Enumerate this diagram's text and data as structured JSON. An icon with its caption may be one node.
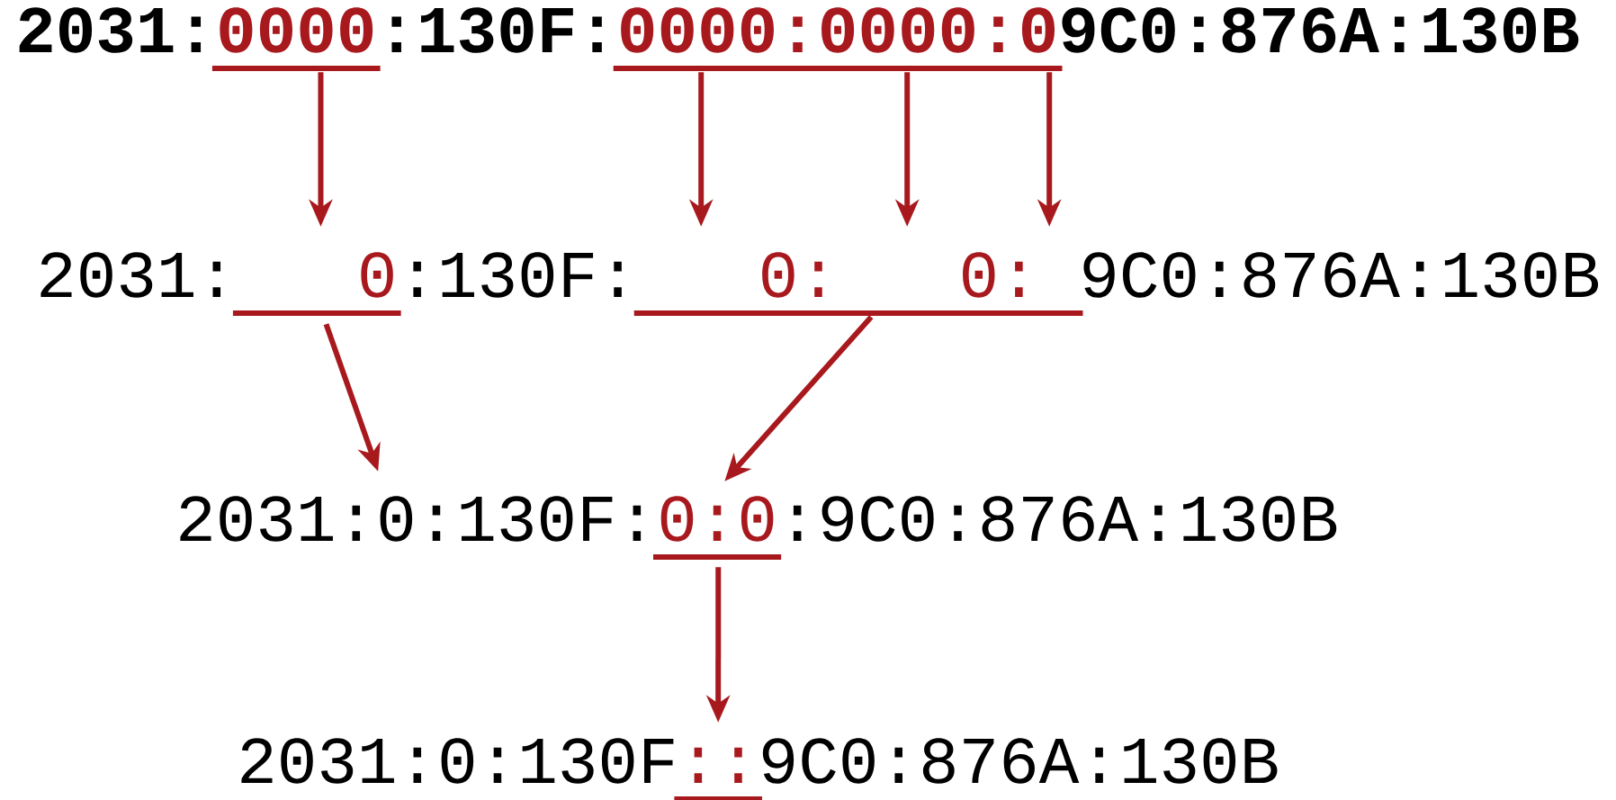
{
  "diagram": {
    "nodes": [
      {
        "text": [
          "0000"
        ]
      },
      {
        "text": [
          "0000:0000:0"
        ]
      },
      {
        "text": [
          "0"
        ]
      },
      {
        "text": [
          "0:",
          "0:"
        ]
      },
      {
        "text": [
          "0"
        ]
      },
      {
        "text": [
          "0:0"
        ]
      },
      {
        "text": [
          "::"
        ]
      }
    ],
    "edges": [
      {
        "from": 0,
        "to": 2,
        "arrow": "to"
      },
      {
        "from": 1,
        "to": 3,
        "arrow": "to"
      },
      {
        "from": 1,
        "to": 3,
        "arrow": "to"
      },
      {
        "from": 1,
        "to": 3,
        "arrow": "to"
      },
      {
        "from": 2,
        "to": 4,
        "arrow": "to"
      },
      {
        "from": 3,
        "to": 5,
        "arrow": "to"
      },
      {
        "from": 5,
        "to": 6,
        "arrow": "to"
      }
    ],
    "labels": [
      "2031:",
      ":130F:",
      "9C0:876A:130B",
      "2031:",
      ":130F:",
      "9C0:876A:130B",
      "2031:",
      ":130F:",
      ":9C0:876A:130B",
      "2031:0:130F",
      "9C0:876A:130B"
    ]
  }
}
